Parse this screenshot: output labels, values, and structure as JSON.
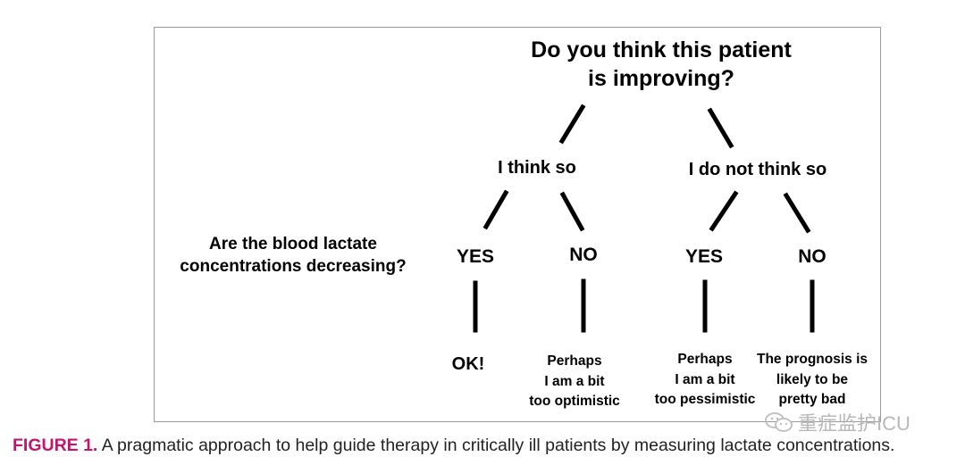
{
  "diagram": {
    "question_main": "Do you think this patient\nis improving?",
    "branch_left": "I think so",
    "branch_right": "I do not think so",
    "question_side": "Are the blood lactate\nconcentrations decreasing?",
    "yes_left": "YES",
    "no_left": "NO",
    "yes_right": "YES",
    "no_right": "NO",
    "outcome_yes_left": "OK!",
    "outcome_no_left": "Perhaps\nI am a bit\ntoo optimistic",
    "outcome_yes_right": "Perhaps\nI am a bit\ntoo pessimistic",
    "outcome_no_right": "The prognosis is\nlikely to be\npretty bad"
  },
  "caption": {
    "label": "FIGURE 1.",
    "text": " A pragmatic approach to help guide therapy in critically ill patients by measuring lactate concentrations.",
    "label_color": "#c2156f"
  },
  "watermark": {
    "text": "重症监护ICU",
    "icon": "wechat-icon"
  }
}
